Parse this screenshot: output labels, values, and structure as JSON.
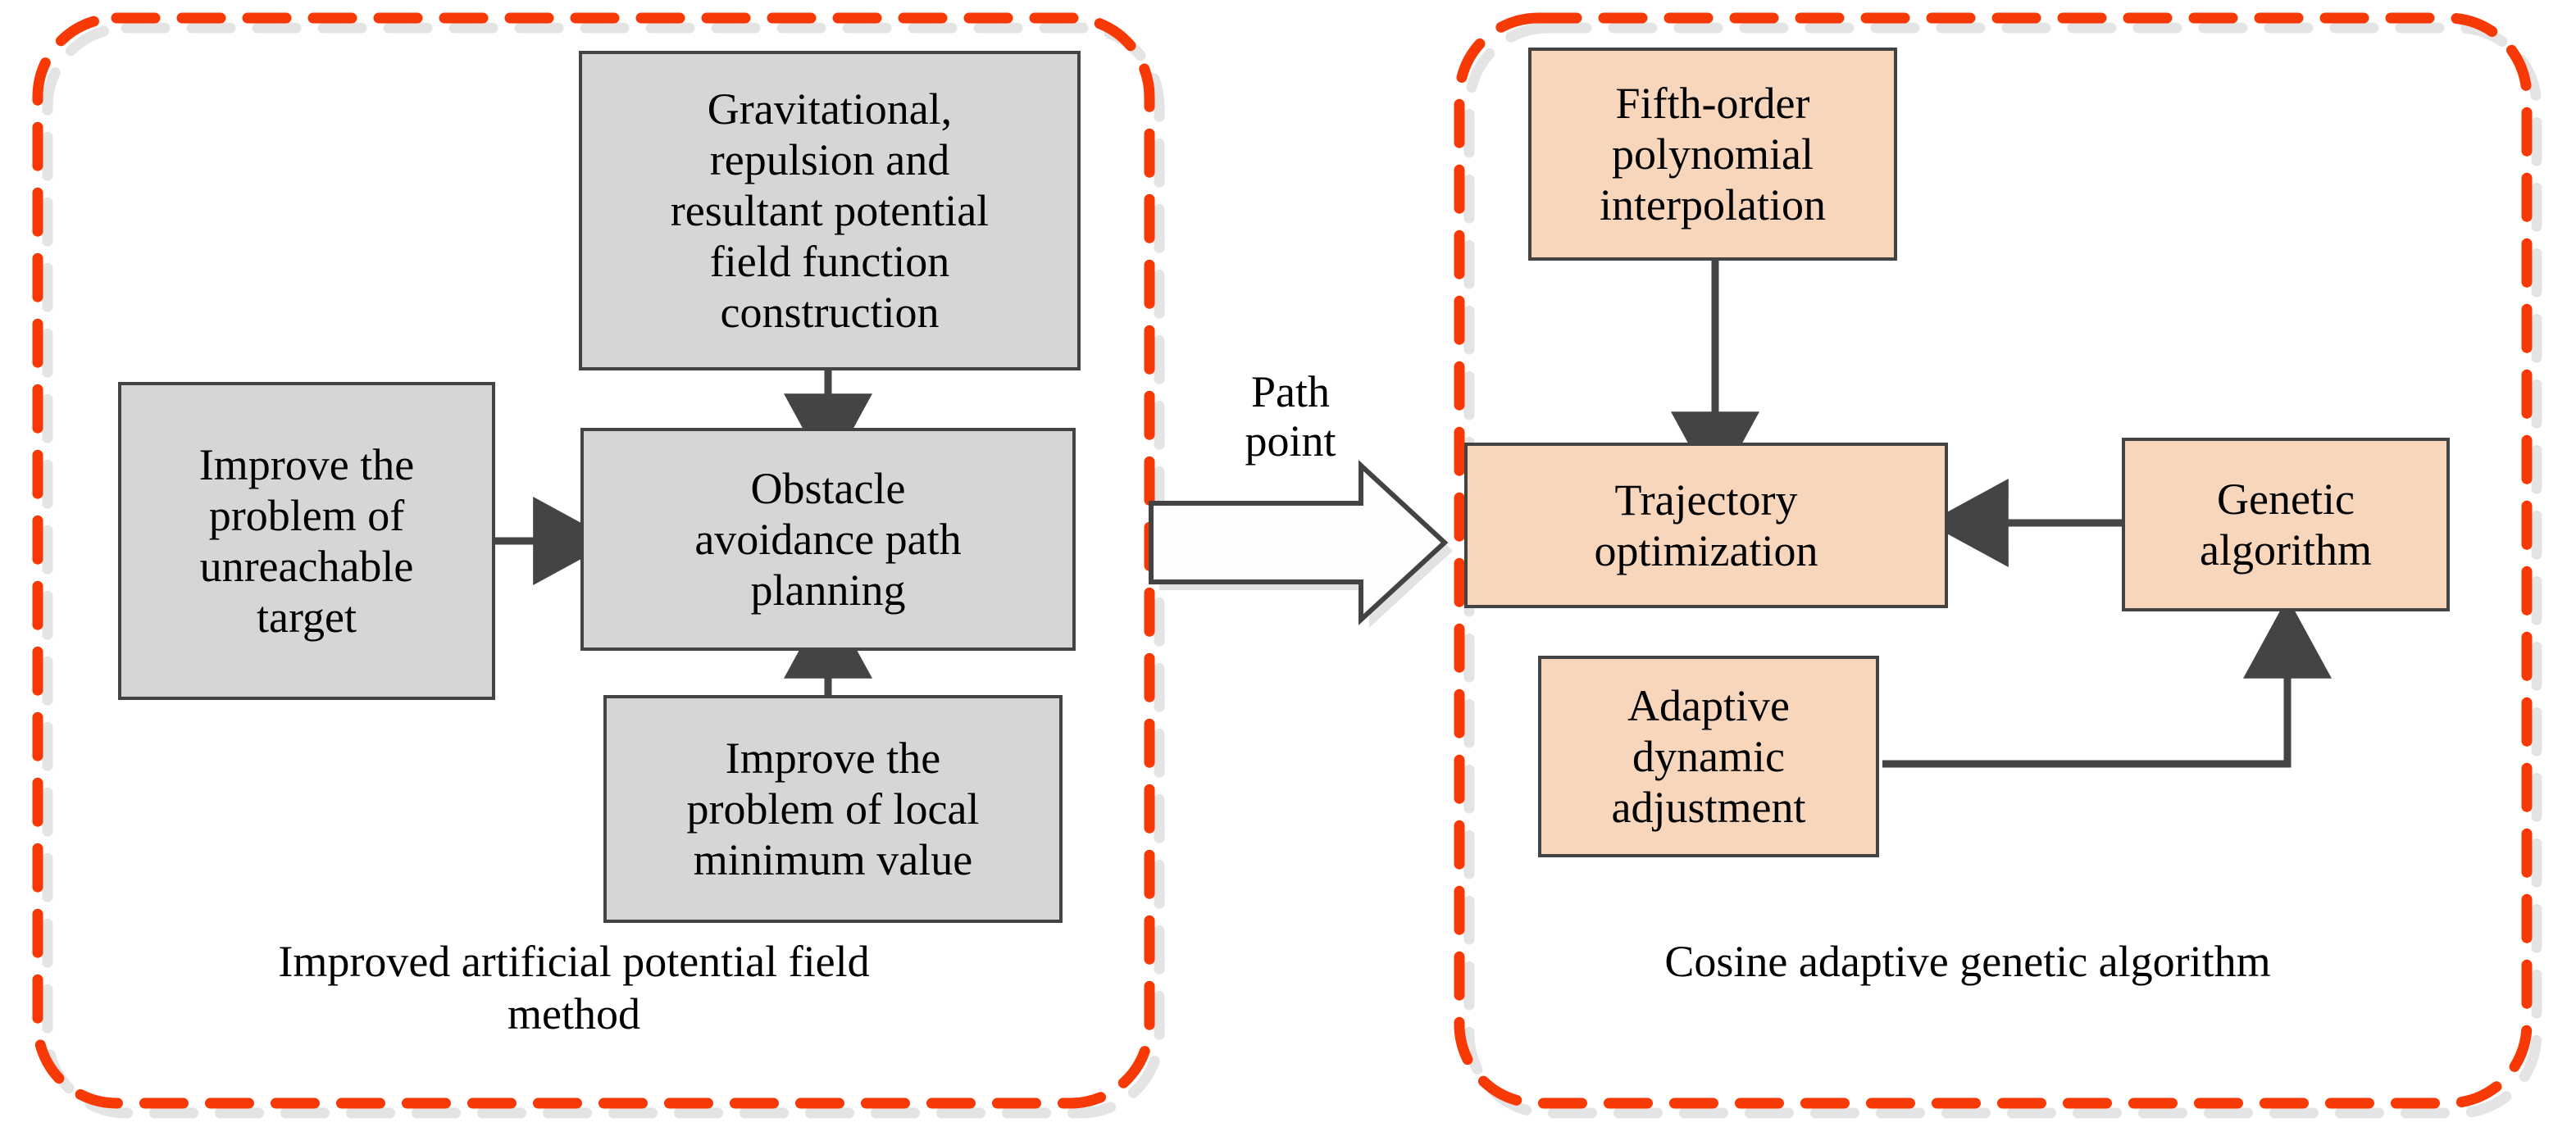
{
  "figure": {
    "panels": [
      {
        "id": "left-panel",
        "caption": "Improved artificial potential field\nmethod",
        "border_color": "#f73a05",
        "shadow_color": "#e4e4e4",
        "box_fill": "#d6d6d6",
        "box_border": "#434343",
        "nodes": [
          {
            "id": "potential-field-construction",
            "label": "Gravitational,\nrepulsion and\nresultant potential\nfield function\nconstruction"
          },
          {
            "id": "unreachable-target",
            "label": "Improve the\nproblem of\nunreachable\ntarget"
          },
          {
            "id": "obstacle-avoidance",
            "label": "Obstacle\navoidance path\nplanning"
          },
          {
            "id": "local-minimum",
            "label": "Improve the\nproblem of local\nminimum value"
          }
        ]
      },
      {
        "id": "right-panel",
        "caption": "Cosine adaptive genetic algorithm",
        "border_color": "#f73a05",
        "shadow_color": "#e4e4e4",
        "box_fill": "#f7d6bc",
        "box_border": "#434343",
        "nodes": [
          {
            "id": "fifth-order-interpolation",
            "label": "Fifth-order\npolynomial\ninterpolation"
          },
          {
            "id": "trajectory-optimization",
            "label": "Trajectory\noptimization"
          },
          {
            "id": "genetic-algorithm",
            "label": "Genetic\nalgorithm"
          },
          {
            "id": "adaptive-dynamic-adjustment",
            "label": "Adaptive\ndynamic\nadjustment"
          }
        ]
      }
    ],
    "connector": {
      "label": "Path\npoint",
      "fill": "#fdfdfd",
      "stroke": "#434343",
      "shadow": "#e2e2e2"
    },
    "arrow_color": "#444444"
  }
}
